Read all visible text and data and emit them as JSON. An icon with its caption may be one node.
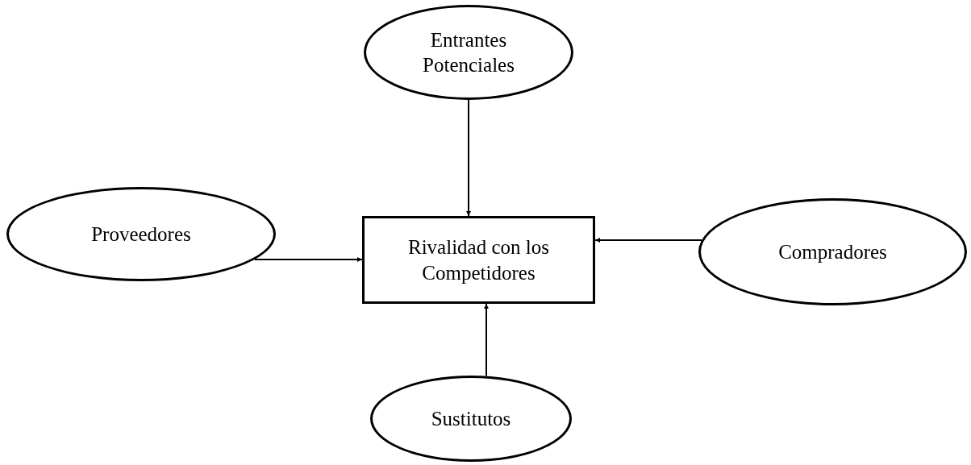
{
  "diagram": {
    "nodes": [
      {
        "text": [
          "Entrantes Potenciales"
        ]
      },
      {
        "text": [
          "Proveedores"
        ]
      },
      {
        "text": [
          "Rivalidad con los Competidores"
        ]
      },
      {
        "text": [
          "Compradores"
        ]
      },
      {
        "text": [
          "Sustitutos"
        ]
      }
    ],
    "edges": [
      {
        "from": 0,
        "to": 2,
        "arrow": "to"
      },
      {
        "from": 1,
        "to": 2,
        "arrow": "to"
      },
      {
        "from": 3,
        "to": 2,
        "arrow": "to"
      },
      {
        "from": 4,
        "to": 2,
        "arrow": "to"
      }
    ]
  }
}
